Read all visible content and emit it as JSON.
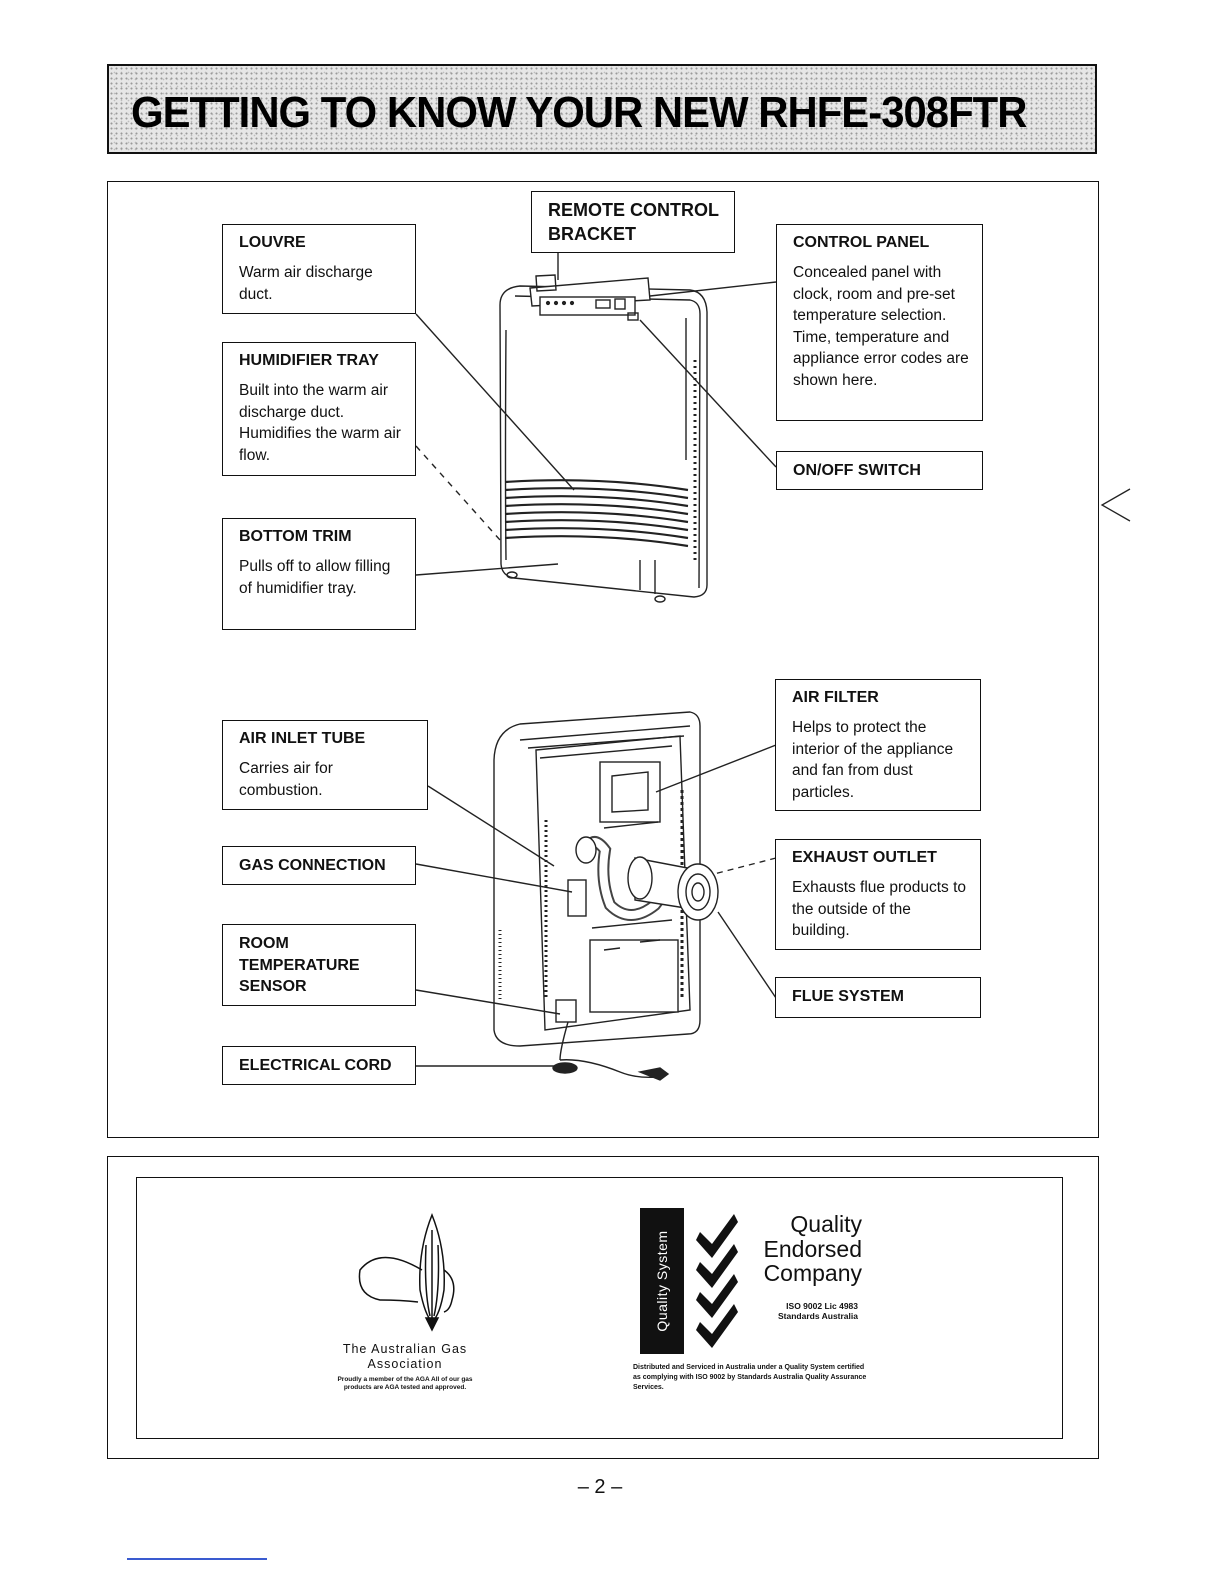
{
  "title": "GETTING TO KNOW YOUR NEW RHFE-308FTR",
  "callouts": {
    "louvre": {
      "heading": "LOUVRE",
      "body": "Warm air discharge duct."
    },
    "humidifier_tray": {
      "heading": "HUMIDIFIER TRAY",
      "body": "Built into the warm air discharge duct. Humidifies the warm air flow."
    },
    "bottom_trim": {
      "heading": "BOTTOM TRIM",
      "body": "Pulls off to allow filling of humidifier tray."
    },
    "remote_control_bracket": {
      "heading": "REMOTE CONTROL BRACKET"
    },
    "control_panel": {
      "heading": "CONTROL PANEL",
      "body": "Concealed panel with clock, room and pre-set temperature selection. Time, temperature and appliance error codes are shown here."
    },
    "on_off_switch": {
      "heading": "ON/OFF SWITCH"
    },
    "air_inlet_tube": {
      "heading": "AIR INLET TUBE",
      "body": "Carries air for combustion."
    },
    "gas_connection": {
      "heading": "GAS CONNECTION"
    },
    "room_temperature_sensor": {
      "heading": "ROOM TEMPERATURE SENSOR"
    },
    "electrical_cord": {
      "heading": "ELECTRICAL CORD"
    },
    "air_filter": {
      "heading": "AIR FILTER",
      "body": "Helps to protect the interior of the appliance and fan from dust particles."
    },
    "exhaust_outlet": {
      "heading": "EXHAUST OUTLET",
      "body": "Exhausts flue products to the outside of the building."
    },
    "flue_system": {
      "heading": "FLUE SYSTEM"
    }
  },
  "certification": {
    "aga": {
      "name": "The Australian Gas Association",
      "note": "Proudly a member of the AGA All of our gas products are AGA tested and approved."
    },
    "quality": {
      "bar_label": "Quality System",
      "heading": "Quality Endorsed Company",
      "iso": "ISO 9002 Lic 4983 Standards Australia",
      "distribution": "Distributed and Serviced in Australia under a Quality System certified as complying with ISO 9002 by Standards Australia Quality Assurance Services."
    }
  },
  "page_number": "– 2 –",
  "icons": [
    "aga-flame-logo-icon",
    "quality-checkmarks-icon",
    "heater-front-illustration",
    "heater-rear-illustration"
  ]
}
